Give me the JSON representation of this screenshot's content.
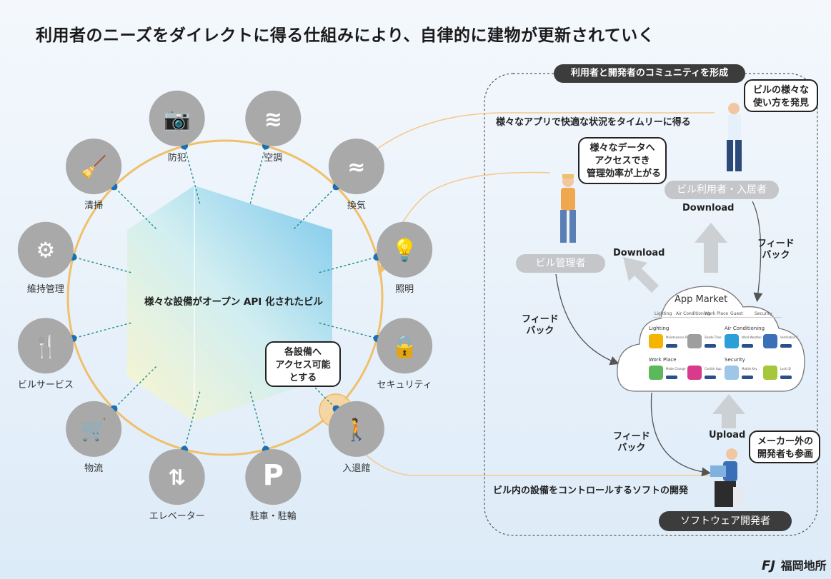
{
  "title": "利用者のニーズをダイレクトに得る仕組みにより、自律的に建物が更新されていく",
  "center_label": "様々な設備がオープン API 化されたビル",
  "facilities": [
    {
      "key": "ac",
      "label": "空調",
      "icon": "air-conditioner-icon"
    },
    {
      "key": "ventilation",
      "label": "換気",
      "icon": "wind-icon"
    },
    {
      "key": "lighting",
      "label": "照明",
      "icon": "light-bulb-icon"
    },
    {
      "key": "security",
      "label": "セキュリティ",
      "icon": "lock-icon"
    },
    {
      "key": "entry",
      "label": "入退館",
      "icon": "person-entry-icon"
    },
    {
      "key": "parking",
      "label": "駐車・駐輪",
      "icon": "parking-icon"
    },
    {
      "key": "elevator",
      "label": "エレベーター",
      "icon": "elevator-icon"
    },
    {
      "key": "logistics",
      "label": "物流",
      "icon": "cart-person-icon"
    },
    {
      "key": "building_service",
      "label": "ビルサービス",
      "icon": "fork-knife-icon"
    },
    {
      "key": "maintenance",
      "label": "維持管理",
      "icon": "gear-wrench-icon"
    },
    {
      "key": "cleaning",
      "label": "清掃",
      "icon": "bucket-broom-icon"
    },
    {
      "key": "crime_prevention",
      "label": "防犯",
      "icon": "security-camera-icon"
    }
  ],
  "bubbles": {
    "access": [
      "各設備へ",
      "アクセス可能",
      "とする"
    ],
    "data": [
      "様々なデータへ",
      "アクセスでき",
      "管理効率が上がる"
    ],
    "usage": [
      "ビルの様々な",
      "使い方を発見"
    ],
    "developers": [
      "メーカー外の",
      "開発者も参画"
    ]
  },
  "community_label": "利用者と開発者のコミュニティを形成",
  "top_arrow_label": "様々なアプリで快適な状況をタイムリーに得る",
  "bottom_arrow_label": "ビル内の設備をコントロールするソフトの開発",
  "roles": {
    "user": "ビル利用者・入居者",
    "manager": "ビル管理者",
    "developer": "ソフトウェア開発者"
  },
  "flow": {
    "download_user": "Download",
    "download_manager": "Download",
    "upload": "Upload",
    "feedback_user": [
      "フィード",
      "バック"
    ],
    "feedback_manager": [
      "フィード",
      "バック"
    ],
    "feedback_dev": [
      "フィード",
      "バック"
    ]
  },
  "app_market": {
    "title": "App Market",
    "categories": [
      "Lighting",
      "Air Conditioning",
      "Work Place",
      "Guest",
      "Security"
    ],
    "sections": [
      {
        "name": "Lighting",
        "apps": [
          {
            "name": "Maintenance Pro",
            "color": "#f5b400"
          },
          {
            "name": "Shade Time",
            "color": "#9e9e9e"
          }
        ]
      },
      {
        "name": "Air Conditioning",
        "apps": [
          {
            "name": "Wind Weather",
            "color": "#2a9fd8"
          },
          {
            "name": "Ventilation T",
            "color": "#3a70b8"
          }
        ]
      },
      {
        "name": "Work Place",
        "apps": [
          {
            "name": "Mode Change",
            "color": "#5cb85c"
          },
          {
            "name": "Coolish App",
            "color": "#d83b8b"
          }
        ]
      },
      {
        "name": "Security",
        "apps": [
          {
            "name": "Mobile Key",
            "color": "#9ec6e6"
          },
          {
            "name": "Lock ID",
            "color": "#a5c83a"
          }
        ]
      }
    ]
  },
  "logo": {
    "mark": "FJ",
    "text": "福岡地所"
  },
  "colors": {
    "ring": "#f0c06a",
    "connector": "#f5c98a",
    "dot": "#1b6fb3",
    "icon_circle": "#a9a9a9",
    "pill_gray": "#c4c6c9",
    "pill_dark": "#3c3c3c",
    "hex_gradient": [
      "#fdf6c9",
      "#cfeef0",
      "#6fc3ea"
    ]
  }
}
